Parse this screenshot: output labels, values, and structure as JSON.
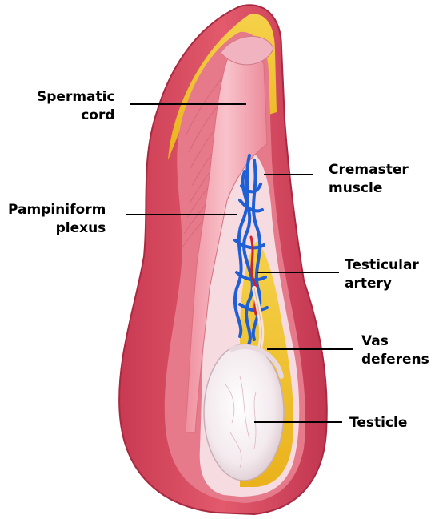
{
  "diagram": {
    "labels": {
      "spermatic_cord": [
        "Spermatic",
        "cord"
      ],
      "cremaster_muscle": [
        "Cremaster",
        "muscle"
      ],
      "pampiniform_plexus": [
        "Pampiniform",
        "plexus"
      ],
      "testicular_artery": [
        "Testicular",
        "artery"
      ],
      "vas_deferens": [
        "Vas",
        "deferens"
      ],
      "testicle": [
        "Testicle"
      ]
    },
    "colors": {
      "outer_skin": "#d9485d",
      "outer_skin_dark": "#b8304a",
      "muscle": "#e88595",
      "fat": "#f2c531",
      "cord": "#f3a5b0",
      "vein": "#1f5fd6",
      "artery": "#d0202a",
      "testicle": "#f4eef0",
      "leader_line": "#000000"
    }
  }
}
